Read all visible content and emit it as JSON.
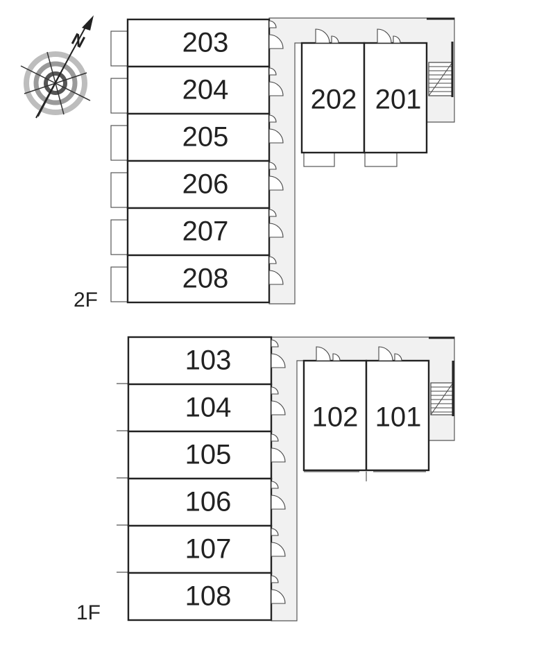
{
  "compass": {
    "north_label": "N"
  },
  "floors": [
    {
      "label": "2F",
      "rooms": [
        "203",
        "204",
        "205",
        "206",
        "207",
        "208",
        "202",
        "201"
      ]
    },
    {
      "label": "1F",
      "rooms": [
        "103",
        "104",
        "105",
        "106",
        "107",
        "108",
        "102",
        "101"
      ]
    }
  ]
}
